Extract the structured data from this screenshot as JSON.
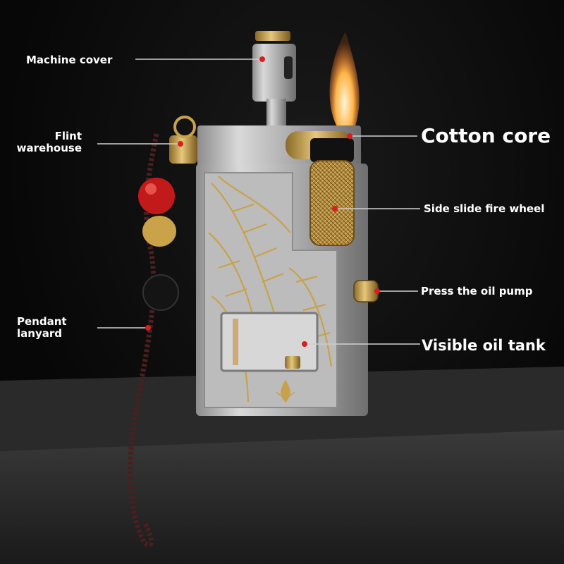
{
  "product_image": "lighter-product-photo",
  "colors": {
    "background": "#0a0a0a",
    "label_text": "#ffffff",
    "callout_dot": "#d81e1e",
    "callout_line": "#cfcfcf",
    "brass": "#c9a24a",
    "steel": "#b9b9b9"
  },
  "callouts": {
    "machine_cover": "Machine cover",
    "flint_warehouse": "Flint\nwarehouse",
    "pendant_lanyard": "Pendant\nlanyard",
    "cotton_core": "Cotton core",
    "side_slide_fire_wheel": "Side slide fire wheel",
    "press_the_oil_pump": "Press the oil pump",
    "visible_oil_tank": "Visible oil tank"
  }
}
